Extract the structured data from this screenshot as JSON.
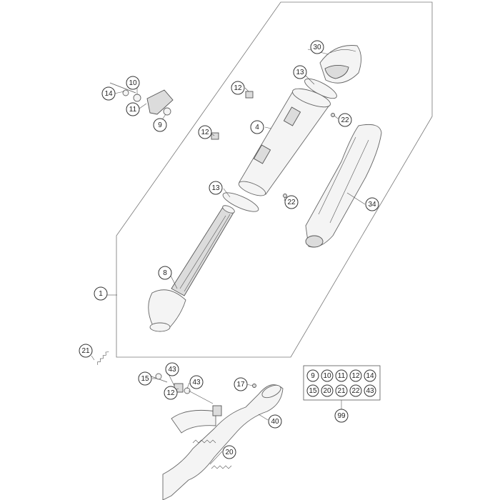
{
  "callouts": [
    {
      "id": "c30",
      "label": "30"
    },
    {
      "id": "c13a",
      "label": "13"
    },
    {
      "id": "c10",
      "label": "10"
    },
    {
      "id": "c14a",
      "label": "14"
    },
    {
      "id": "c11a",
      "label": "11"
    },
    {
      "id": "c9a",
      "label": "9"
    },
    {
      "id": "c12a",
      "label": "12"
    },
    {
      "id": "c22a",
      "label": "22"
    },
    {
      "id": "c4",
      "label": "4"
    },
    {
      "id": "c12b",
      "label": "12"
    },
    {
      "id": "c13b",
      "label": "13"
    },
    {
      "id": "c22b",
      "label": "22"
    },
    {
      "id": "c34",
      "label": "34"
    },
    {
      "id": "c8",
      "label": "8"
    },
    {
      "id": "c1",
      "label": "1"
    },
    {
      "id": "c21a",
      "label": "21"
    },
    {
      "id": "c15a",
      "label": "15"
    },
    {
      "id": "c43a",
      "label": "43"
    },
    {
      "id": "c12c",
      "label": "12"
    },
    {
      "id": "c43b",
      "label": "43"
    },
    {
      "id": "c17",
      "label": "17"
    },
    {
      "id": "c40",
      "label": "40"
    },
    {
      "id": "c20a",
      "label": "20"
    },
    {
      "id": "c99",
      "label": "99"
    }
  ],
  "kit_box": {
    "row1": [
      "9",
      "10",
      "11",
      "12",
      "14"
    ],
    "row2": [
      "15",
      "20",
      "21",
      "22",
      "43"
    ]
  }
}
